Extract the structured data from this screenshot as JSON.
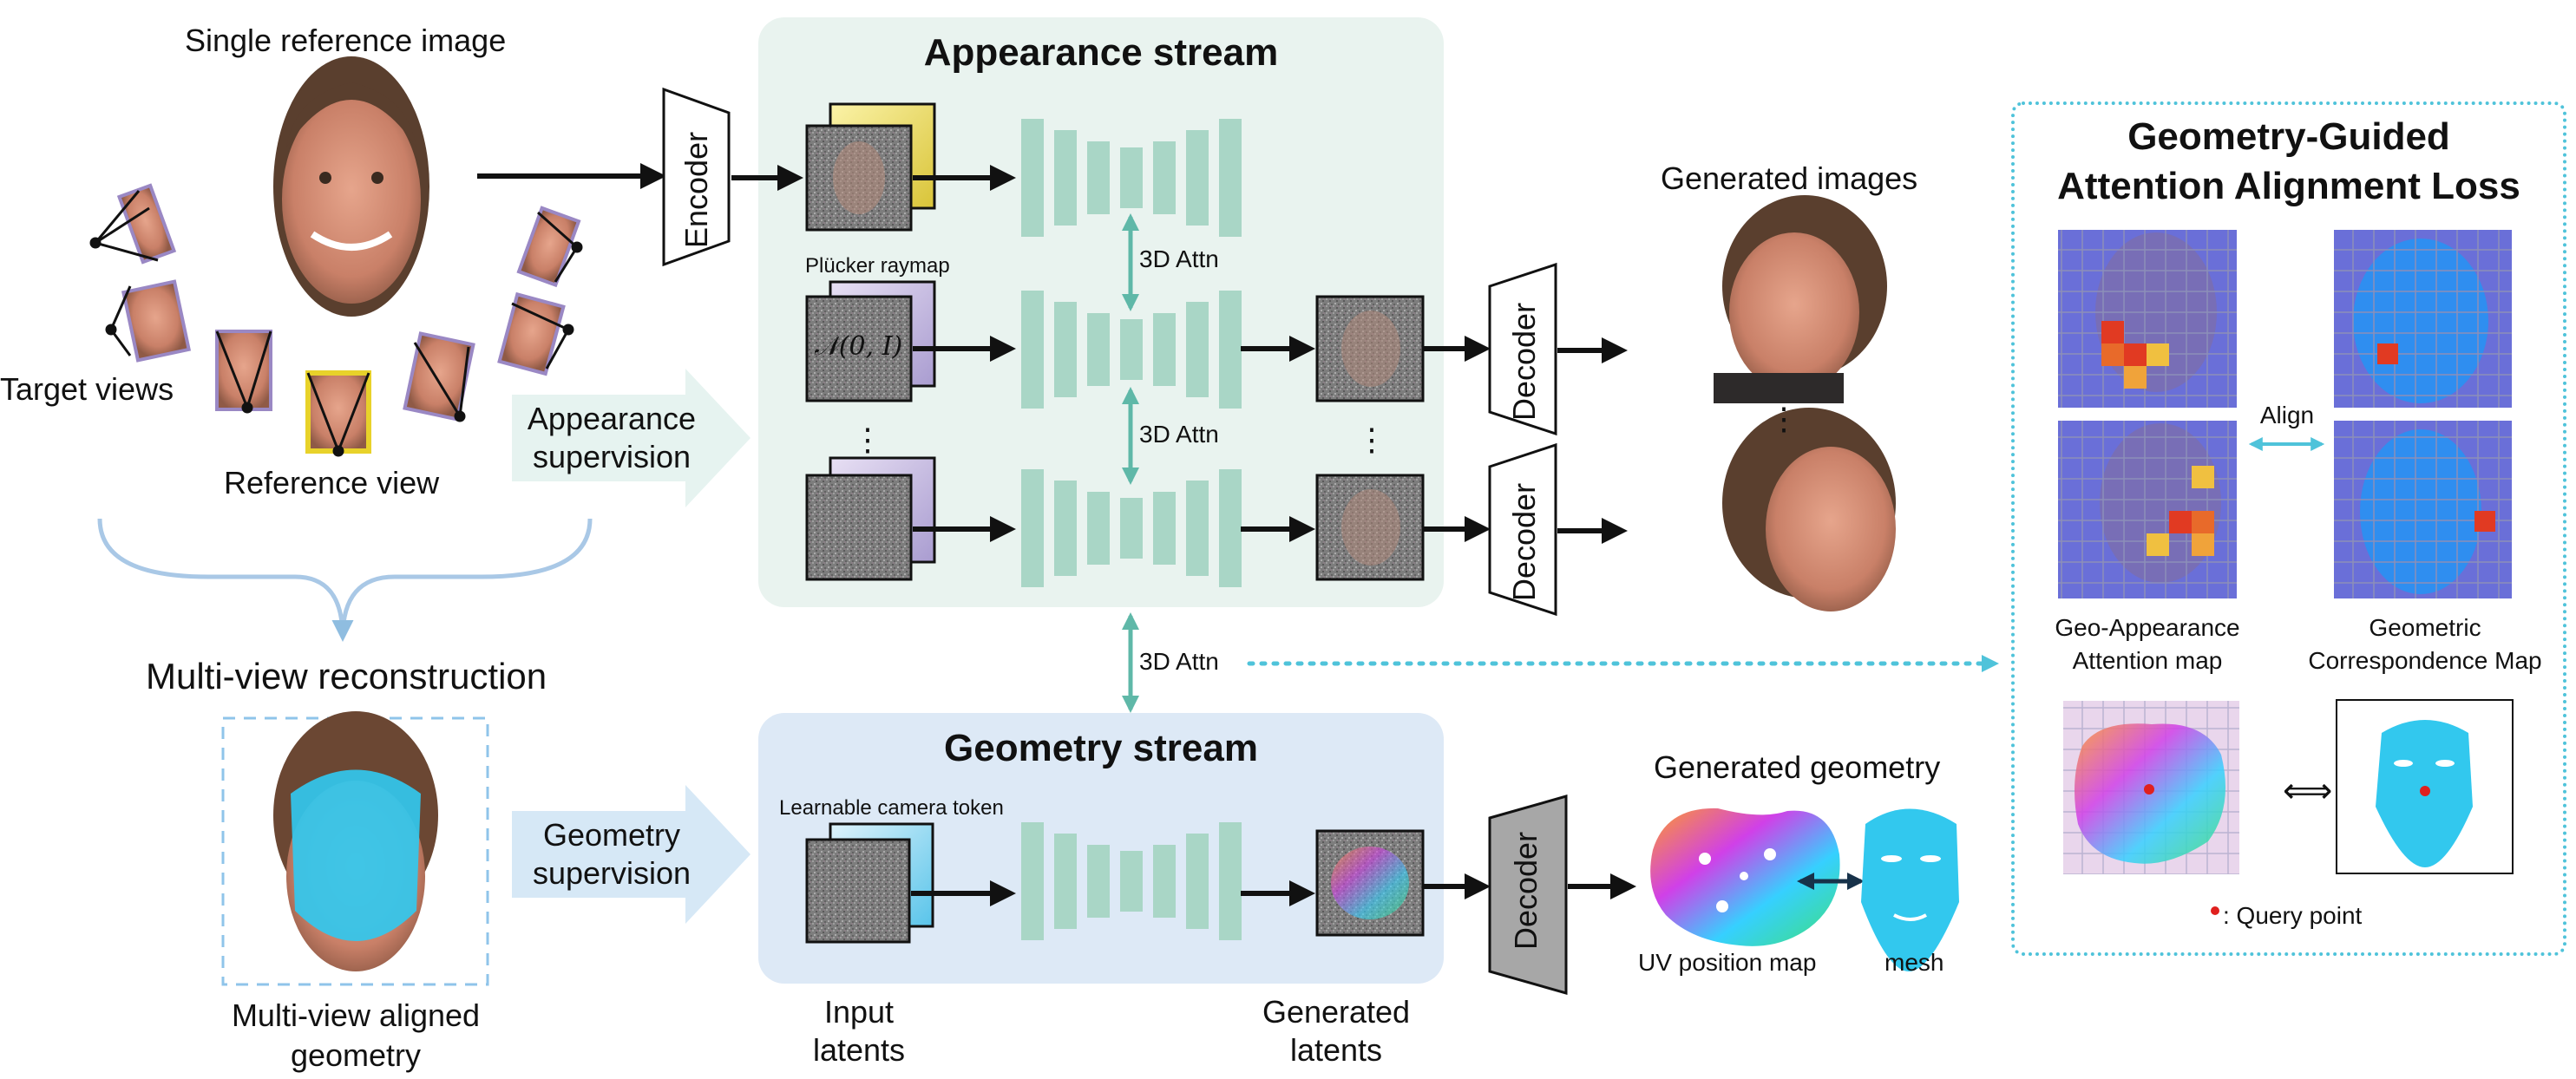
{
  "labels": {
    "single_reference_image": "Single reference image",
    "target_views": "Target views",
    "reference_view": "Reference view",
    "appearance_supervision_1": "Appearance",
    "appearance_supervision_2": "supervision",
    "multiview_reconstruction": "Multi-view reconstruction",
    "multiview_aligned_1": "Multi-view aligned",
    "multiview_aligned_2": "geometry",
    "geometry_supervision_1": "Geometry",
    "geometry_supervision_2": "supervision",
    "appearance_stream": "Appearance stream",
    "geometry_stream": "Geometry stream",
    "encoder": "Encoder",
    "decoder": "Decoder",
    "plucker_raymap": "Plücker raymap",
    "noise_label": "𝒩(0, I)",
    "attn_3d": "3D Attn",
    "learnable_camera_token": "Learnable camera token",
    "input_latents_1": "Input",
    "input_latents_2": "latents",
    "generated_latents_1": "Generated",
    "generated_latents_2": "latents",
    "generated_images": "Generated images",
    "generated_geometry": "Generated geometry",
    "uv_position_map": "UV position map",
    "mesh": "mesh",
    "loss_title_1": "Geometry-Guided",
    "loss_title_2": "Attention Alignment Loss",
    "align": "Align",
    "geo_appearance_1": "Geo-Appearance",
    "geo_appearance_2": "Attention map",
    "geometric_corr_1": "Geometric",
    "geometric_corr_2": "Correspondence Map",
    "query_point": ": Query point",
    "ellipsis": "⋮",
    "double_arrow": "⟺"
  },
  "colors": {
    "appearance_panel": "#e9f3ef",
    "geometry_panel": "#dde9f6",
    "unet_blocks": "#a9d6c6",
    "supervision_arrow": "#e6f3f0",
    "geo_supervision_arrow": "#d6e8f6",
    "attn_arrow": "#5fb8a8",
    "loss_border": "#4fc3da",
    "mesh_cyan": "#32c8ee",
    "camera_frame": "#9a88c4",
    "reference_frame": "#e8d22a",
    "query_point": "#e0201e"
  }
}
